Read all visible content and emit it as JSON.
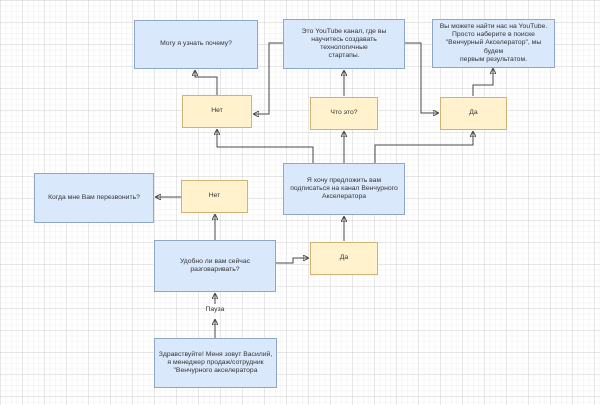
{
  "app": {
    "view": "flowchart-canvas"
  },
  "palette": {
    "statement_fill": "#dae8fc",
    "statement_border": "#6c8ebf",
    "answer_fill": "#fff2cc",
    "answer_border": "#d6b656",
    "connector": "#4a4a4a",
    "text": "#333333",
    "grid_background": "#ffffff"
  },
  "diagram": {
    "type": "flowchart",
    "language": "ru",
    "nodes": [
      {
        "id": "greeting",
        "kind": "statement",
        "label": "Здравствуйте! Меня зовут Василий,\nя менеджер продаж/сотрудник\n\"Венчурного акселератора"
      },
      {
        "id": "pause",
        "kind": "text",
        "label": "Пауза"
      },
      {
        "id": "convenient",
        "kind": "statement",
        "label": "Удобно ли вам сейчас\nразговаривать?"
      },
      {
        "id": "no-callback",
        "kind": "answer",
        "label": "Нет"
      },
      {
        "id": "callback",
        "kind": "statement",
        "label": "Когда мне Вам перезвонить?"
      },
      {
        "id": "yes-continue",
        "kind": "answer",
        "label": "Да"
      },
      {
        "id": "offer",
        "kind": "statement",
        "label": "Я хочу предложить вам\nподписаться на канал Венчурного\nАкселератора"
      },
      {
        "id": "no-why",
        "kind": "answer",
        "label": "Нет"
      },
      {
        "id": "why",
        "kind": "statement",
        "label": "Могу я узнать почему?"
      },
      {
        "id": "what-is-it",
        "kind": "answer",
        "label": "Что это?"
      },
      {
        "id": "youtube-channel",
        "kind": "statement",
        "label": "Это YouTube канал, где вы\nнаучитесь создавать технологичные\nстартапы."
      },
      {
        "id": "yes-subscribe",
        "kind": "answer",
        "label": "Да"
      },
      {
        "id": "find-us",
        "kind": "statement",
        "label": "Вы можете найти нас на YouTube.\nПросто наберите в поиске\n\"Венчурный Акселератор\", мы будем\nпервым результатом."
      }
    ],
    "edges": [
      {
        "from": "greeting",
        "to": "pause"
      },
      {
        "from": "pause",
        "to": "convenient"
      },
      {
        "from": "convenient",
        "to": "no-callback"
      },
      {
        "from": "no-callback",
        "to": "callback"
      },
      {
        "from": "convenient",
        "to": "yes-continue"
      },
      {
        "from": "yes-continue",
        "to": "offer"
      },
      {
        "from": "offer",
        "to": "no-why"
      },
      {
        "from": "offer",
        "to": "what-is-it"
      },
      {
        "from": "offer",
        "to": "yes-subscribe"
      },
      {
        "from": "no-why",
        "to": "why"
      },
      {
        "from": "what-is-it",
        "to": "youtube-channel"
      },
      {
        "from": "yes-subscribe",
        "to": "find-us"
      },
      {
        "from": "youtube-channel",
        "to": "no-why"
      },
      {
        "from": "youtube-channel",
        "to": "yes-subscribe"
      }
    ]
  }
}
